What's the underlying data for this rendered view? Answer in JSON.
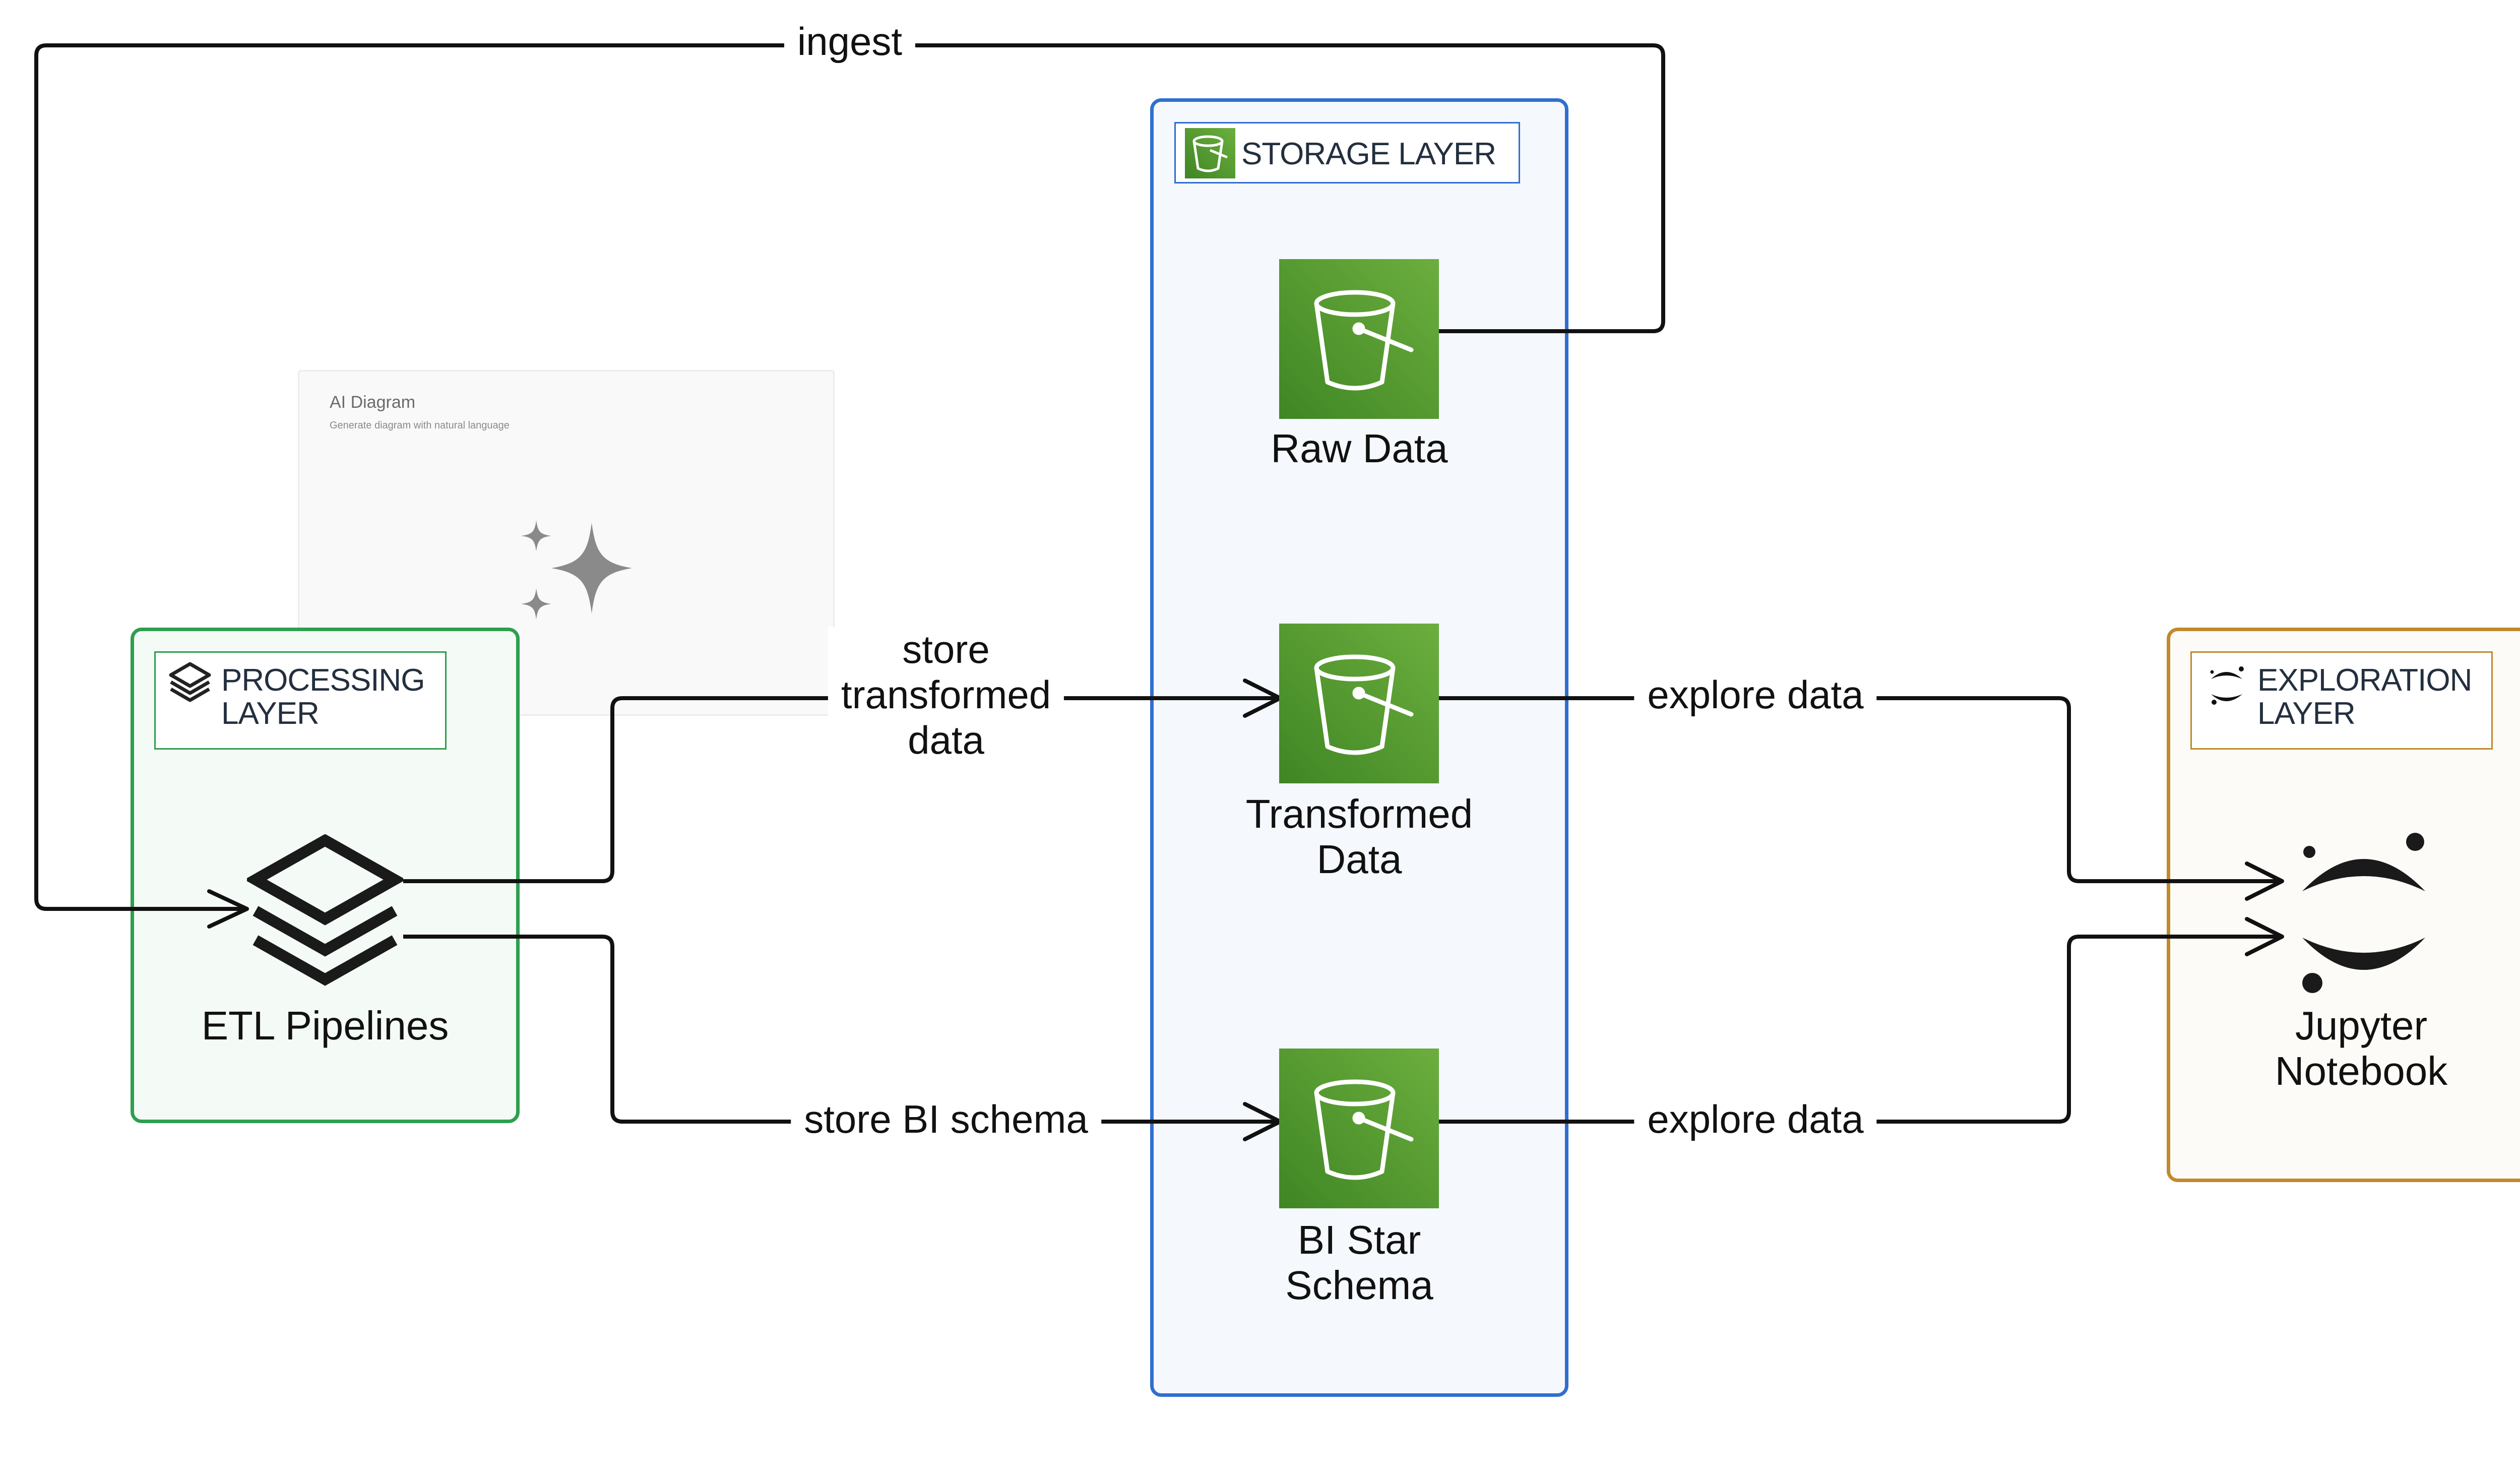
{
  "ai_card": {
    "title": "AI Diagram",
    "subtitle": "Generate diagram with natural language",
    "icon": "sparkle-icon"
  },
  "layers": {
    "processing": {
      "title": "PROCESSING\nLAYER",
      "color": "#2e9e4f",
      "fill": "#f3faf4"
    },
    "storage": {
      "title": "STORAGE LAYER",
      "color": "#2f6fd1",
      "fill": "#f5f8fc"
    },
    "exploration": {
      "title": "EXPLORATION\nLAYER",
      "color": "#c08a2b",
      "fill": "#fcfbf7"
    }
  },
  "nodes": {
    "etl": {
      "label": "ETL Pipelines",
      "icon": "databricks-icon"
    },
    "raw": {
      "label": "Raw Data",
      "icon": "s3-bucket-icon"
    },
    "transformed": {
      "label": "Transformed\nData",
      "icon": "s3-bucket-icon"
    },
    "bi": {
      "label": "BI Star\nSchema",
      "icon": "s3-bucket-icon"
    },
    "jupyter": {
      "label": "Jupyter\nNotebook",
      "icon": "jupyter-icon"
    }
  },
  "edges": {
    "ingest": "ingest",
    "store_transformed": "store\ntransformed\ndata",
    "store_bi": "store BI schema",
    "explore_transformed": "explore data",
    "explore_bi": "explore data"
  },
  "colors": {
    "bucket_gradient_start": "#3f8624",
    "bucket_gradient_end": "#6cae3e",
    "line": "#111111"
  }
}
